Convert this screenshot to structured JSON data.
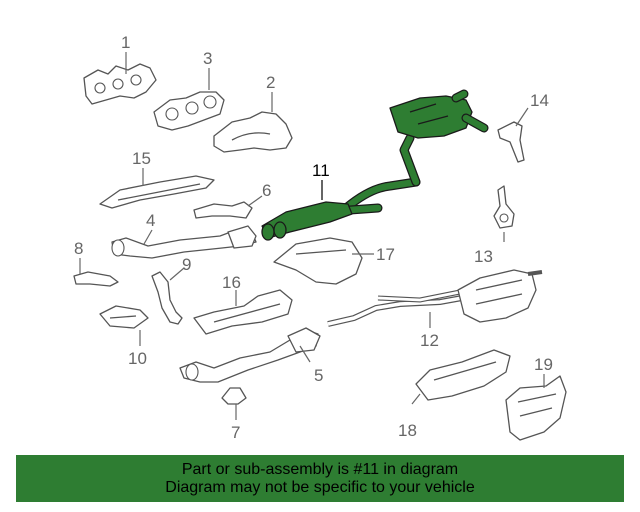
{
  "banner": {
    "line1": "Part or sub-assembly is #11 in diagram",
    "line2": "Diagram may not be specific to your vehicle",
    "background": "#2e7d32",
    "text_color": "#000000"
  },
  "colors": {
    "highlight": "#2e7d32",
    "outline": "#555555",
    "callout": "#666666"
  },
  "callouts": [
    {
      "id": "1",
      "label": "1"
    },
    {
      "id": "2",
      "label": "2"
    },
    {
      "id": "3",
      "label": "3"
    },
    {
      "id": "4",
      "label": "4"
    },
    {
      "id": "5",
      "label": "5"
    },
    {
      "id": "6",
      "label": "6"
    },
    {
      "id": "7",
      "label": "7"
    },
    {
      "id": "8",
      "label": "8"
    },
    {
      "id": "9",
      "label": "9"
    },
    {
      "id": "10",
      "label": "10"
    },
    {
      "id": "11",
      "label": "11",
      "highlighted": true
    },
    {
      "id": "12",
      "label": "12"
    },
    {
      "id": "13",
      "label": "13"
    },
    {
      "id": "14",
      "label": "14"
    },
    {
      "id": "15",
      "label": "15"
    },
    {
      "id": "16",
      "label": "16"
    },
    {
      "id": "17",
      "label": "17"
    },
    {
      "id": "18",
      "label": "18"
    },
    {
      "id": "19",
      "label": "19"
    }
  ]
}
